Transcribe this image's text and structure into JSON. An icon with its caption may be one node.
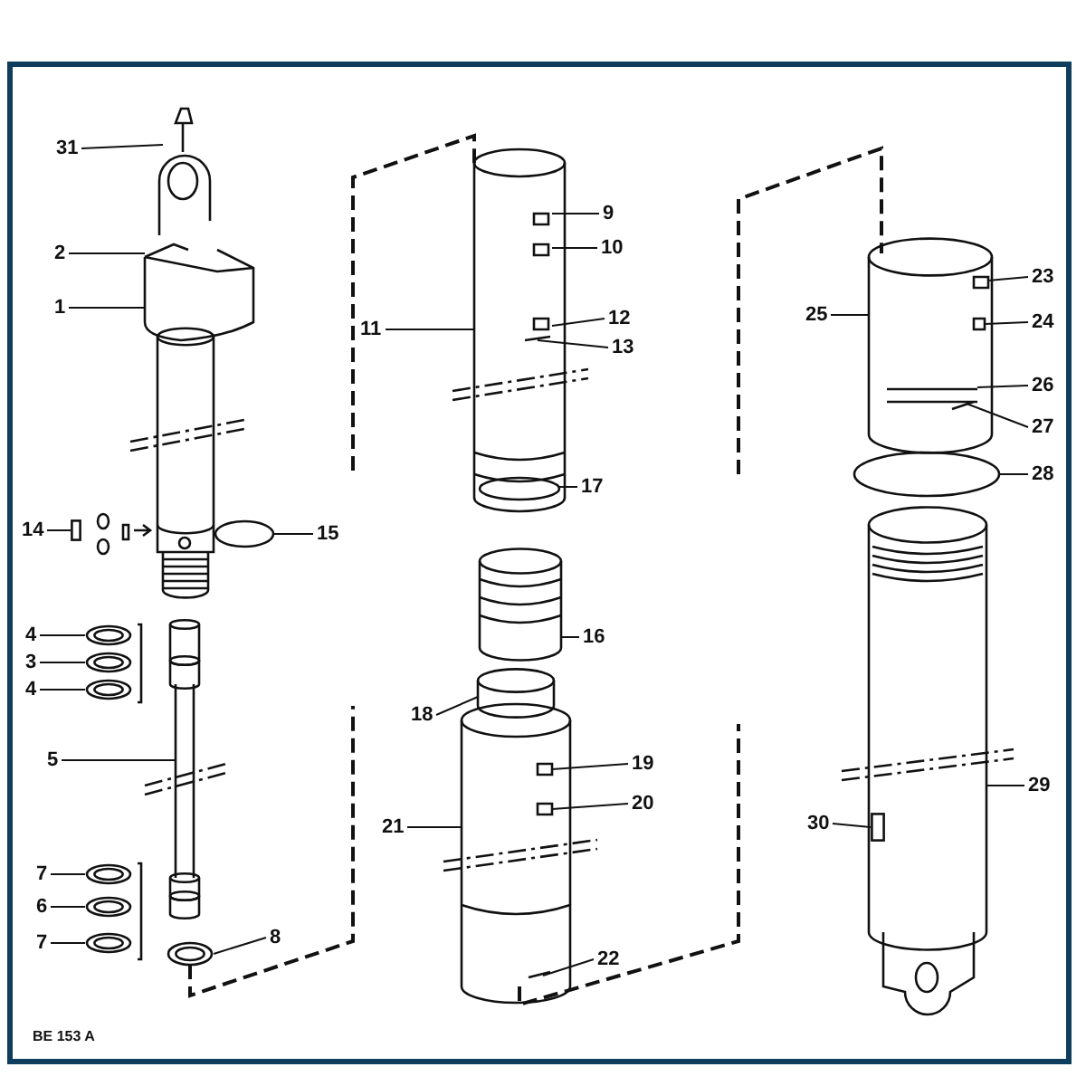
{
  "diagram": {
    "nodes": [
      {
        "text": [
          "31"
        ]
      },
      {
        "text": [
          "2"
        ]
      },
      {
        "text": [
          "1"
        ]
      },
      {
        "text": [
          "9"
        ]
      },
      {
        "text": [
          "10"
        ]
      },
      {
        "text": [
          "11"
        ]
      },
      {
        "text": [
          "12"
        ]
      },
      {
        "text": [
          "13"
        ]
      },
      {
        "text": [
          "23"
        ]
      },
      {
        "text": [
          "25"
        ]
      },
      {
        "text": [
          "24"
        ]
      },
      {
        "text": [
          "26"
        ]
      },
      {
        "text": [
          "27"
        ]
      },
      {
        "text": [
          "28"
        ]
      },
      {
        "text": [
          "17"
        ]
      },
      {
        "text": [
          "14"
        ]
      },
      {
        "text": [
          "15"
        ]
      },
      {
        "text": [
          "16"
        ]
      },
      {
        "text": [
          "4"
        ]
      },
      {
        "text": [
          "3"
        ]
      },
      {
        "text": [
          "4"
        ]
      },
      {
        "text": [
          "18"
        ]
      },
      {
        "text": [
          "5"
        ]
      },
      {
        "text": [
          "19"
        ]
      },
      {
        "text": [
          "20"
        ]
      },
      {
        "text": [
          "29"
        ]
      },
      {
        "text": [
          "21"
        ]
      },
      {
        "text": [
          "30"
        ]
      },
      {
        "text": [
          "7"
        ]
      },
      {
        "text": [
          "6"
        ]
      },
      {
        "text": [
          "7"
        ]
      },
      {
        "text": [
          "8"
        ]
      },
      {
        "text": [
          "22"
        ]
      },
      {
        "text": [],
        "shape": "box"
      },
      {
        "text": [],
        "shape": "circle"
      },
      {
        "text": [],
        "shape": "circle"
      },
      {
        "text": [],
        "shape": "circle"
      },
      {
        "text": [],
        "shape": "box"
      },
      {
        "text": [],
        "shape": "circle"
      },
      {
        "text": [],
        "shape": "circle"
      },
      {
        "text": [],
        "shape": "circle"
      },
      {
        "text": [],
        "shape": "circle"
      }
    ],
    "edges": [
      {
        "from": 0,
        "to": null,
        "arrow": "none"
      },
      {
        "from": 1,
        "to": null,
        "arrow": "none"
      },
      {
        "from": 2,
        "to": null,
        "arrow": "none"
      },
      {
        "from": 3,
        "to": null,
        "arrow": "none"
      },
      {
        "from": 4,
        "to": null,
        "arrow": "none"
      },
      {
        "from": 5,
        "to": null,
        "arrow": "none"
      },
      {
        "from": 6,
        "to": null,
        "arrow": "none"
      },
      {
        "from": 7,
        "to": null,
        "arrow": "none"
      },
      {
        "from": 8,
        "to": null,
        "arrow": "none"
      },
      {
        "from": 9,
        "to": null,
        "arrow": "none"
      },
      {
        "from": 10,
        "to": null,
        "arrow": "none"
      },
      {
        "from": 11,
        "to": null,
        "arrow": "none"
      },
      {
        "from": 12,
        "to": null,
        "arrow": "none"
      },
      {
        "from": 13,
        "to": null,
        "arrow": "none"
      },
      {
        "from": 14,
        "to": null,
        "arrow": "none"
      },
      {
        "from": 15,
        "to": 33,
        "arrow": "none"
      },
      {
        "from": 16,
        "to": null,
        "arrow": "none"
      },
      {
        "from": 17,
        "to": null,
        "arrow": "none"
      },
      {
        "from": 18,
        "to": 34,
        "arrow": "none"
      },
      {
        "from": 19,
        "to": 35,
        "arrow": "none"
      },
      {
        "from": 20,
        "to": 36,
        "arrow": "none"
      },
      {
        "from": 21,
        "to": null,
        "arrow": "none"
      },
      {
        "from": 22,
        "to": null,
        "arrow": "none"
      },
      {
        "from": 23,
        "to": null,
        "arrow": "none"
      },
      {
        "from": 24,
        "to": null,
        "arrow": "none"
      },
      {
        "from": 25,
        "to": null,
        "arrow": "none"
      },
      {
        "from": 26,
        "to": null,
        "arrow": "none"
      },
      {
        "from": 27,
        "to": 37,
        "arrow": "none"
      },
      {
        "from": 28,
        "to": 38,
        "arrow": "none"
      },
      {
        "from": 29,
        "to": 39,
        "arrow": "none"
      },
      {
        "from": 30,
        "to": 40,
        "arrow": "none"
      },
      {
        "from": 31,
        "to": 41,
        "arrow": "none"
      },
      {
        "from": 32,
        "to": null,
        "arrow": "none"
      }
    ],
    "labels": [
      "BE 153 A"
    ]
  }
}
